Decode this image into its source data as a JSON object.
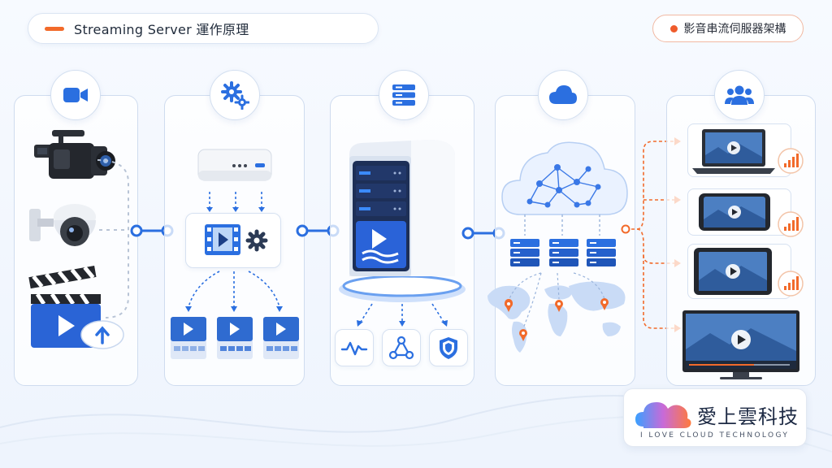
{
  "header": {
    "title": "Streaming Server 運作原理",
    "tag": "影音串流伺服器架構"
  },
  "stages": [
    {
      "name": "video-sources",
      "icon": "video-camera-icon"
    },
    {
      "name": "encoding",
      "icon": "gears-icon"
    },
    {
      "name": "streaming-server",
      "icon": "server-icon"
    },
    {
      "name": "cloud-cdn",
      "icon": "cloud-icon"
    },
    {
      "name": "viewers",
      "icon": "users-icon"
    }
  ],
  "logo": {
    "name": "愛上雲科技",
    "subtitle": "I LOVE CLOUD TECHNOLOGY"
  },
  "colors": {
    "accent_blue": "#2b6fe0",
    "accent_orange": "#f26a2a",
    "panel_border": "#cfdcef",
    "background": "#f3f7fd"
  }
}
